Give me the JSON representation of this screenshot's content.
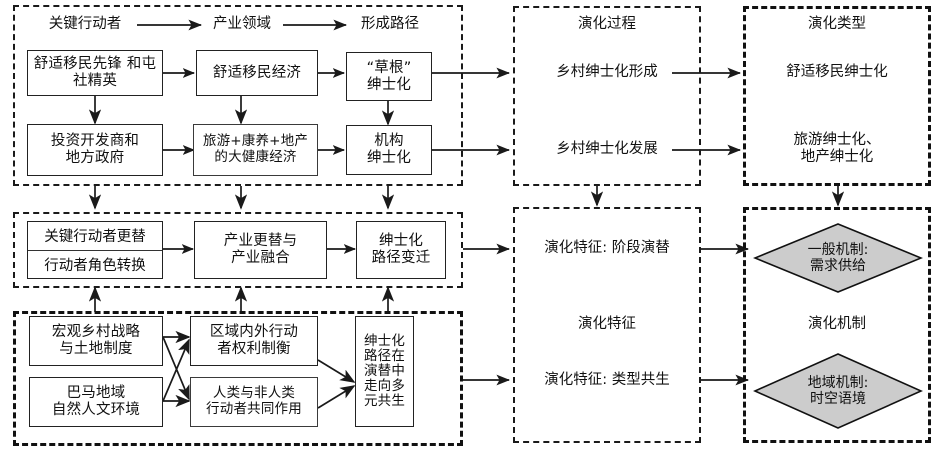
{
  "figure": {
    "type": "flow-diagram",
    "language": "zh-CN",
    "colors": {
      "stroke": "#1a1a1a",
      "node_border": "#222222",
      "diamond_fill": "#cccccc",
      "background": "#ffffff"
    }
  },
  "panel1": {
    "header": {
      "actors": "关键行动者",
      "industry": "产业领域",
      "path": "形成路径"
    },
    "nodes": {
      "actor_top": "舒适移民先锋\n和屯社精英",
      "actor_bottom": "投资开发商和\n地方政府",
      "industry_top": "舒适移民经济",
      "industry_bottom": "旅游+康养+地产\n的大健康经济",
      "path_top": "“草根”\n绅士化",
      "path_bottom": "机构\n绅士化"
    }
  },
  "panel2": {
    "nodes": {
      "actor_change_1": "关键行动者更替",
      "actor_change_2": "行动者角色转换",
      "industry_change": "产业更替与\n产业融合",
      "path_change": "绅士化\n路径变迁"
    }
  },
  "panel3": {
    "nodes": {
      "macro": "宏观乡村战略\n与土地制度",
      "local": "巴马地域\n自然人文环境",
      "power": "区域内外行动\n者权利制衡",
      "human": "人类与非人类\n行动者共同作用",
      "outcome": "绅士化\n路径在\n演替中\n走向多\n元共生"
    }
  },
  "panel4": {
    "title": "演化过程",
    "items": [
      "乡村绅士化形成",
      "乡村绅士化发展"
    ]
  },
  "panel5": {
    "title": "演化特征",
    "items": [
      "演化特征: 阶段演替",
      "演化特征: 类型共生"
    ]
  },
  "panel6": {
    "title": "演化类型",
    "items": [
      "舒适移民绅士化",
      "旅游绅士化、\n地产绅士化"
    ]
  },
  "panel7": {
    "title": "演化机制",
    "diamonds": [
      "一般机制:\n需求供给",
      "地域机制:\n时空语境"
    ]
  }
}
